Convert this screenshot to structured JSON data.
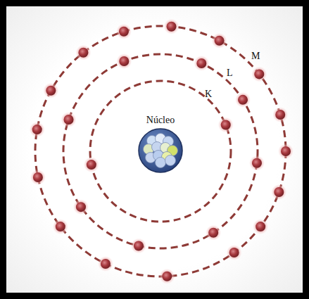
{
  "diagram": {
    "nodes": [
      {
        "text": [
          "Núcleo"
        ]
      }
    ],
    "labels": [
      "K",
      "L",
      "M"
    ]
  }
}
